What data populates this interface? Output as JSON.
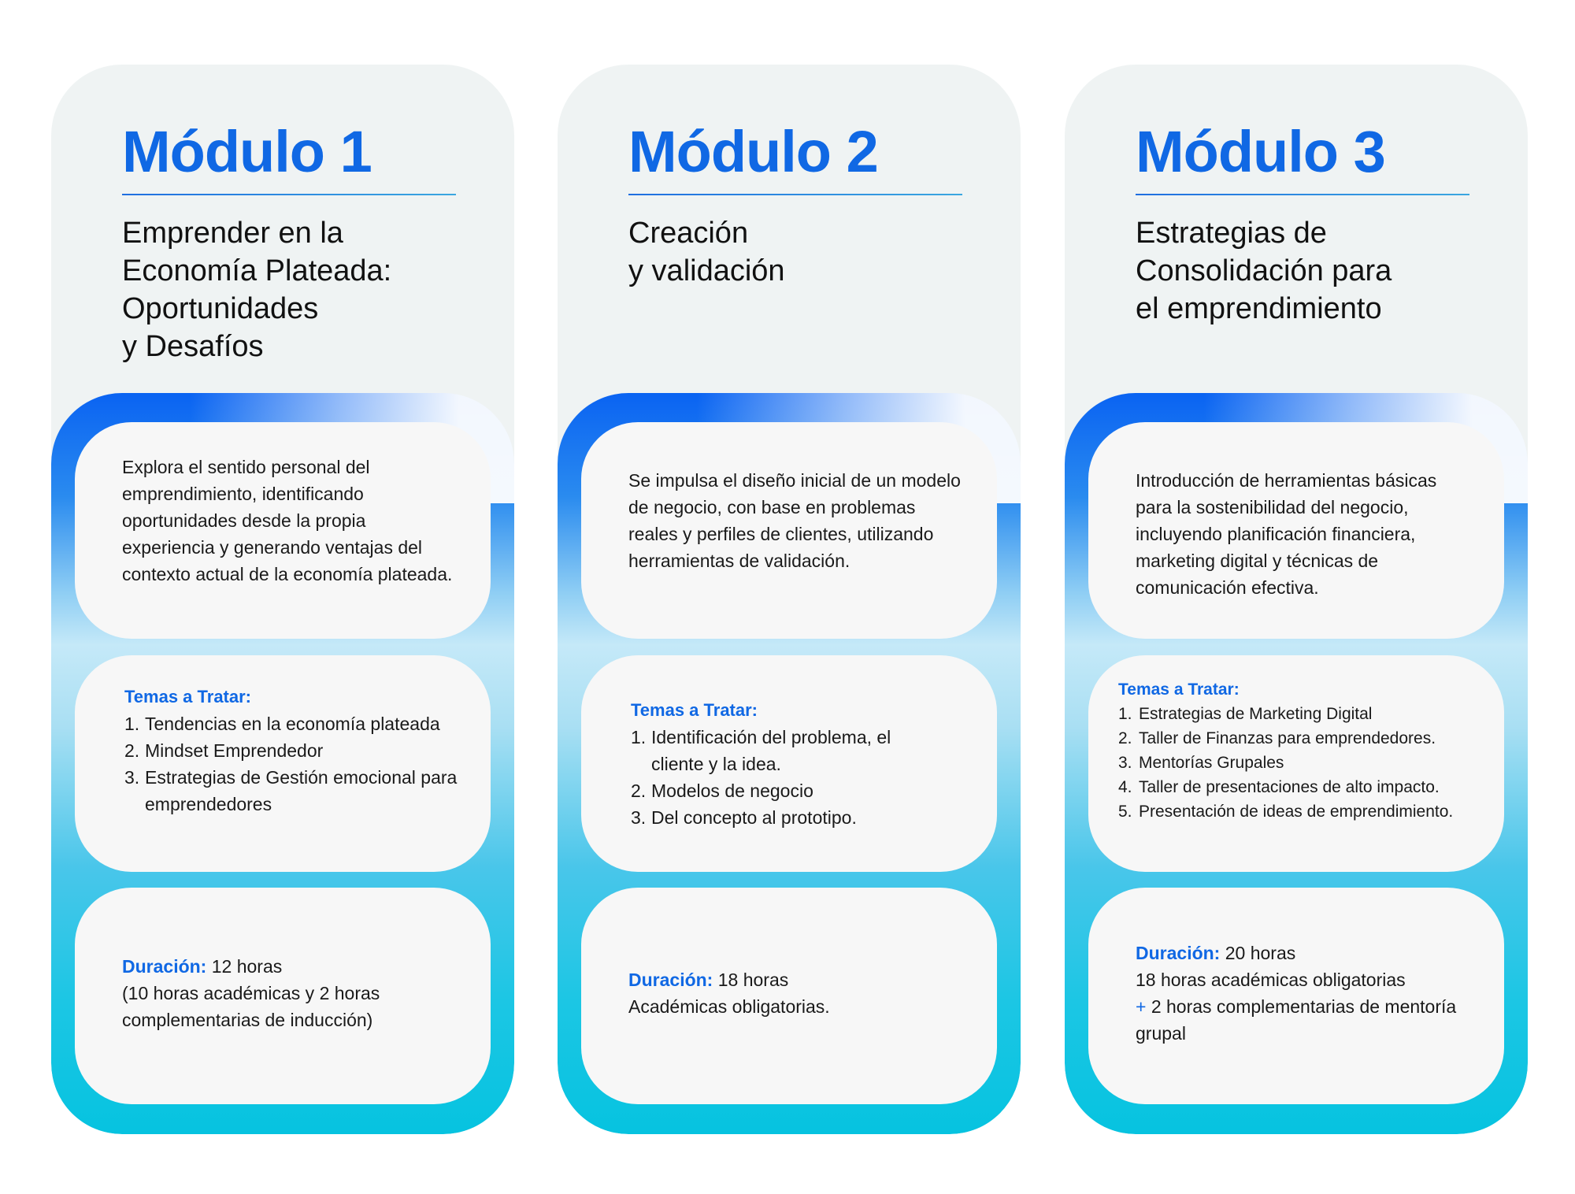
{
  "modules": [
    {
      "title": "Módulo 1",
      "subtitle": "Emprender en la\nEconomía Plateada:\nOportunidades\ny Desafíos",
      "description": "Explora el sentido personal del emprendimiento, identificando oportunidades desde la propia experiencia y generando ventajas del contexto actual de la economía plateada.",
      "topics_heading": "Temas a Tratar:",
      "topics": [
        {
          "num": "1.",
          "text": "Tendencias en la economía plateada"
        },
        {
          "num": "2.",
          "text": "Mindset Emprendedor"
        },
        {
          "num": "3.",
          "text": "Estrategias de Gestión emocional para emprendedores"
        }
      ],
      "duration_label": "Duración:",
      "duration_value": " 12 horas",
      "duration_lines": [
        "(10 horas académicas y 2 horas complementarias de inducción)"
      ]
    },
    {
      "title": "Módulo 2",
      "subtitle": "Creación\ny validación",
      "description": "Se impulsa el diseño inicial de un modelo de negocio, con base en problemas reales y perfiles de clientes, utilizando herramientas de validación.",
      "topics_heading": "Temas a Tratar:",
      "topics": [
        {
          "num": "1.",
          "text": "Identificación del problema, el cliente y la idea."
        },
        {
          "num": "2.",
          "text": "Modelos de negocio"
        },
        {
          "num": "3.",
          "text": "Del concepto al prototipo."
        }
      ],
      "duration_label": "Duración:",
      "duration_value": " 18 horas",
      "duration_lines": [
        "Académicas obligatorias."
      ]
    },
    {
      "title": "Módulo 3",
      "subtitle": "Estrategias de\nConsolidación para\nel emprendimiento",
      "description": "Introducción de herramientas básicas para la sostenibilidad del negocio, incluyendo planificación financiera, marketing digital y técnicas de comunicación efectiva.",
      "topics_heading": "Temas a Tratar:",
      "topics": [
        {
          "num": "1.",
          "text": "Estrategias de Marketing Digital"
        },
        {
          "num": "2.",
          "text": "Taller de Finanzas para emprendedores."
        },
        {
          "num": "3.",
          "text": "Mentorías Grupales"
        },
        {
          "num": "4.",
          "text": "Taller de presentaciones de alto impacto."
        },
        {
          "num": "5.",
          "text": "Presentación de ideas de emprendimiento."
        }
      ],
      "duration_label": "Duración:",
      "duration_value": " 20 horas",
      "duration_lines": [
        "18 horas académicas obligatorias"
      ],
      "duration_plus_symbol": "+",
      "duration_plus_text": " 2 horas complementarias de mentoría grupal"
    }
  ],
  "colors": {
    "accent_blue": "#1068e4",
    "card_background": "#f7f7f7",
    "module_background": "#eff3f3",
    "gradient_top": "#0a63f2",
    "gradient_bottom": "#06c3e0"
  }
}
